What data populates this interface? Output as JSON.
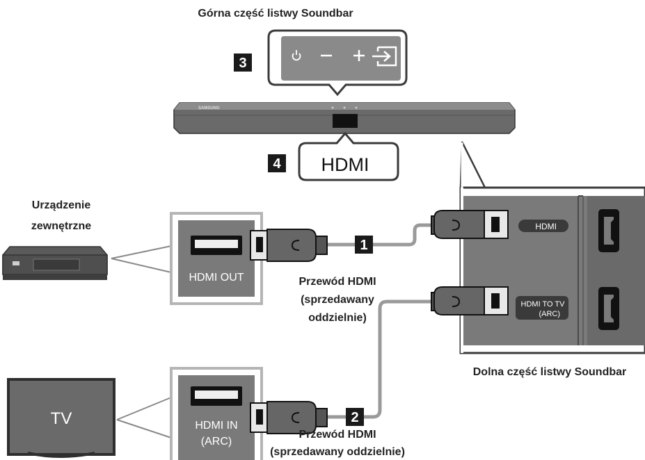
{
  "top_title": "Górna część listwy Soundbar",
  "bottom_title": "Dolna część listwy Soundbar",
  "soundbar_brand": "SAMSUNG",
  "callouts": {
    "top_buttons_number": "3",
    "hdmi_window_number": "4",
    "hdmi_window_label": "HDMI",
    "cable1_number": "1",
    "cable2_number": "2"
  },
  "top_buttons": {
    "power_icon": "power-icon",
    "volume_down": "–",
    "volume_up": "+",
    "source_icon": "source-input-icon"
  },
  "external_device": {
    "label_line1": "Urządzenie",
    "label_line2": "zewnętrzne",
    "port_label": "HDMI OUT"
  },
  "tv": {
    "screen_label": "TV",
    "port_label_line1": "HDMI IN",
    "port_label_line2": "(ARC)"
  },
  "soundbar_ports": {
    "port1_label": "HDMI",
    "port2_label_line1": "HDMI TO TV",
    "port2_label_line2": "(ARC)"
  },
  "cable1": {
    "label_line1": "Przewód HDMI",
    "label_line2": "(sprzedawany",
    "label_line3": "oddzielnie)"
  },
  "cable2": {
    "label_line1": "Przewód HDMI",
    "label_line2": "(sprzedawany oddzielnie)"
  },
  "colors": {
    "dark_body": "#4f4f4f",
    "panel_gray": "#7a7a7a",
    "cable_gray": "#9a9a9a",
    "frame_gray": "#b9b9b9",
    "badge_black": "#1a1a1a"
  }
}
